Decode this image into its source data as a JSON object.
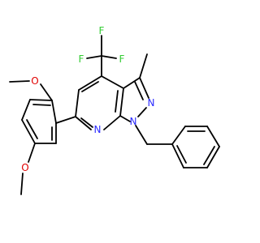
{
  "colors": {
    "carbon_bond": "#000000",
    "nitrogen": "#2b2bff",
    "oxygen": "#e10000",
    "fluorine": "#33cc33",
    "background": "#ffffff"
  },
  "atoms": {
    "f1": "F",
    "f2": "F",
    "f3": "F",
    "o_top": "O",
    "o_bottom": "O",
    "n_pyrazole_2": "N",
    "n_pyrazole_1": "N",
    "n_pyridine": "N"
  }
}
